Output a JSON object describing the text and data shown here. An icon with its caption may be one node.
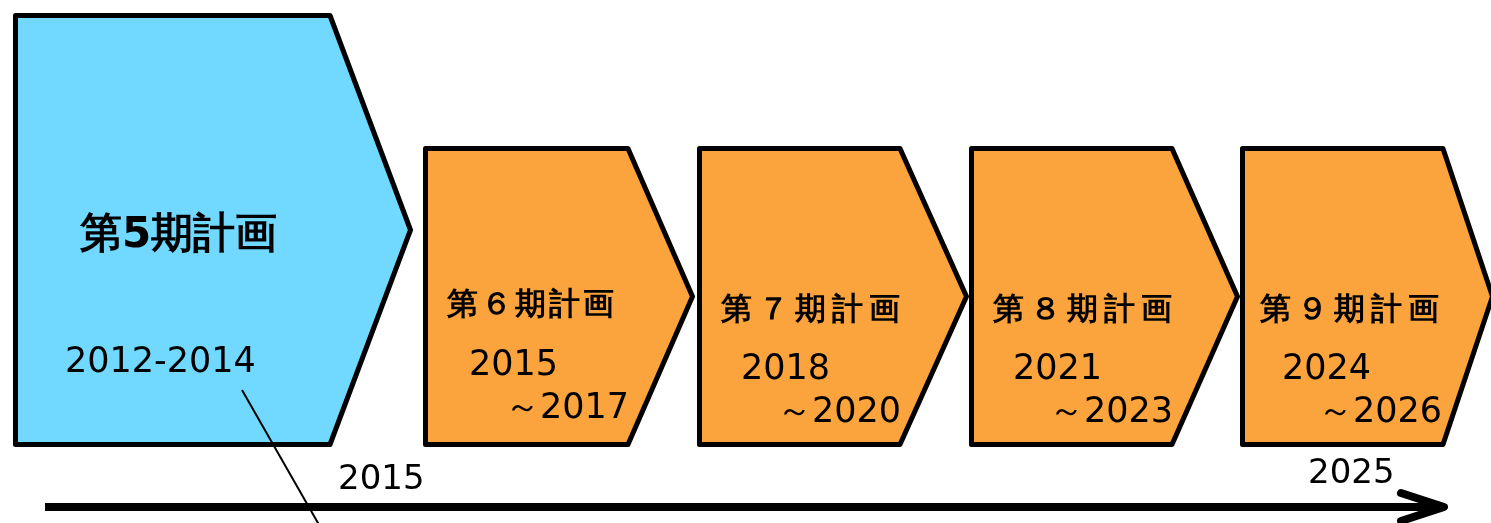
{
  "diagram": {
    "nodes": [
      {
        "text": [
          "第5期計画",
          "2012-2014"
        ]
      },
      {
        "text": [
          "第６期計画",
          "2015 ～2017"
        ]
      },
      {
        "text": [
          "第７期計画",
          "2018 ～2020"
        ]
      },
      {
        "text": [
          "第８期計画",
          "2021 ～2023"
        ]
      },
      {
        "text": [
          "第９期計画",
          "2024 ～2026"
        ]
      }
    ],
    "labels": [
      "2015",
      "2025"
    ]
  }
}
